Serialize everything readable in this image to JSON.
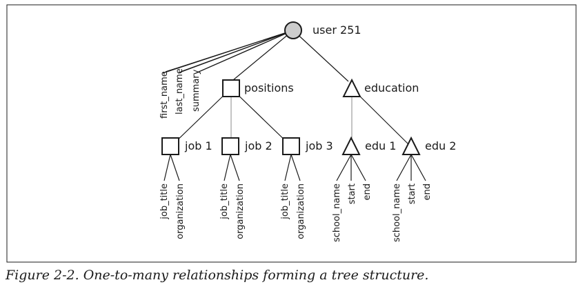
{
  "caption": "Figure 2-2. One-to-many relationships forming a tree structure.",
  "root": {
    "label": "user 251",
    "attributes": [
      "first_name",
      "last_name",
      "summary"
    ]
  },
  "positions": {
    "label": "positions",
    "jobs": [
      {
        "label": "job 1",
        "attributes": [
          "job_title",
          "organization"
        ]
      },
      {
        "label": "job 2",
        "attributes": [
          "job_title",
          "organization"
        ]
      },
      {
        "label": "job 3",
        "attributes": [
          "job_title",
          "organization"
        ]
      }
    ]
  },
  "education": {
    "label": "education",
    "items": [
      {
        "label": "edu 1",
        "attributes": [
          "school_name",
          "start",
          "end"
        ]
      },
      {
        "label": "edu 2",
        "attributes": [
          "school_name",
          "start",
          "end"
        ]
      }
    ]
  },
  "colors": {
    "root_fill": "#cccccc",
    "stroke": "#1a1a1a"
  }
}
